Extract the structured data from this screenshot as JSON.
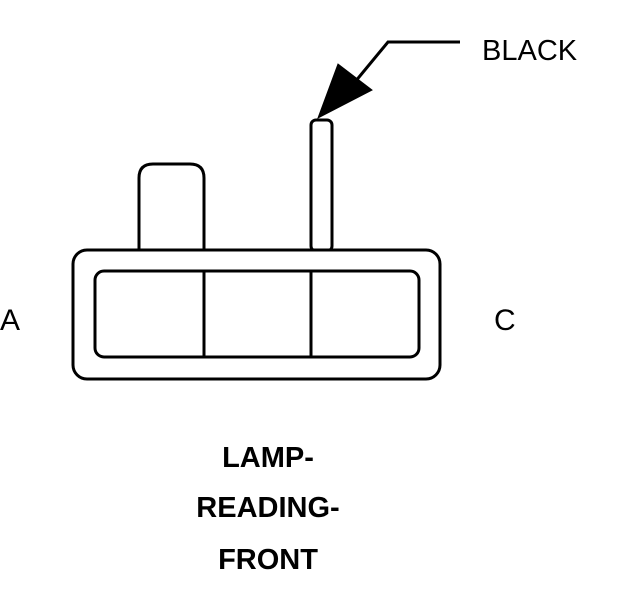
{
  "wire": {
    "color_label": "BLACK"
  },
  "pins": {
    "left_label": "A",
    "right_label": "C"
  },
  "connector": {
    "title_lines": [
      "LAMP-",
      "READING-",
      "FRONT"
    ]
  },
  "colors": {
    "ink": "#000000",
    "background": "#ffffff"
  }
}
